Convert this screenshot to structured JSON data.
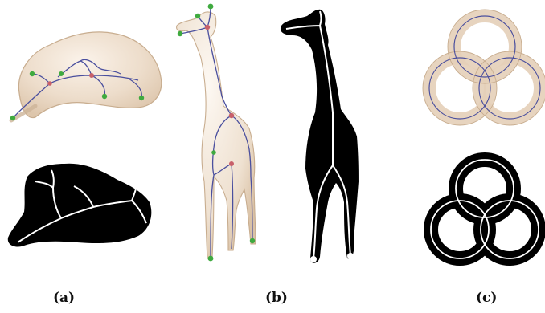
{
  "figure": {
    "panels": [
      {
        "label": "(a)",
        "object": "mouse",
        "views": [
          "3d-skeleton-render",
          "2d-silhouette-skeleton"
        ]
      },
      {
        "label": "(b)",
        "object": "giraffe",
        "views": [
          "3d-skeleton-render",
          "2d-silhouette-skeleton"
        ]
      },
      {
        "label": "(c)",
        "object": "trefoil-knot",
        "views": [
          "3d-skeleton-render",
          "2d-silhouette-skeleton"
        ]
      }
    ],
    "colors": {
      "translucent_body": "#e9d6c1",
      "body_outline": "#c8ad8f",
      "skeleton_curve": "#4a4f9e",
      "endpoint_node": "#3faa3f",
      "junction_node": "#c8606a",
      "silhouette": "#000000",
      "silhouette_skeleton": "#ffffff"
    }
  }
}
